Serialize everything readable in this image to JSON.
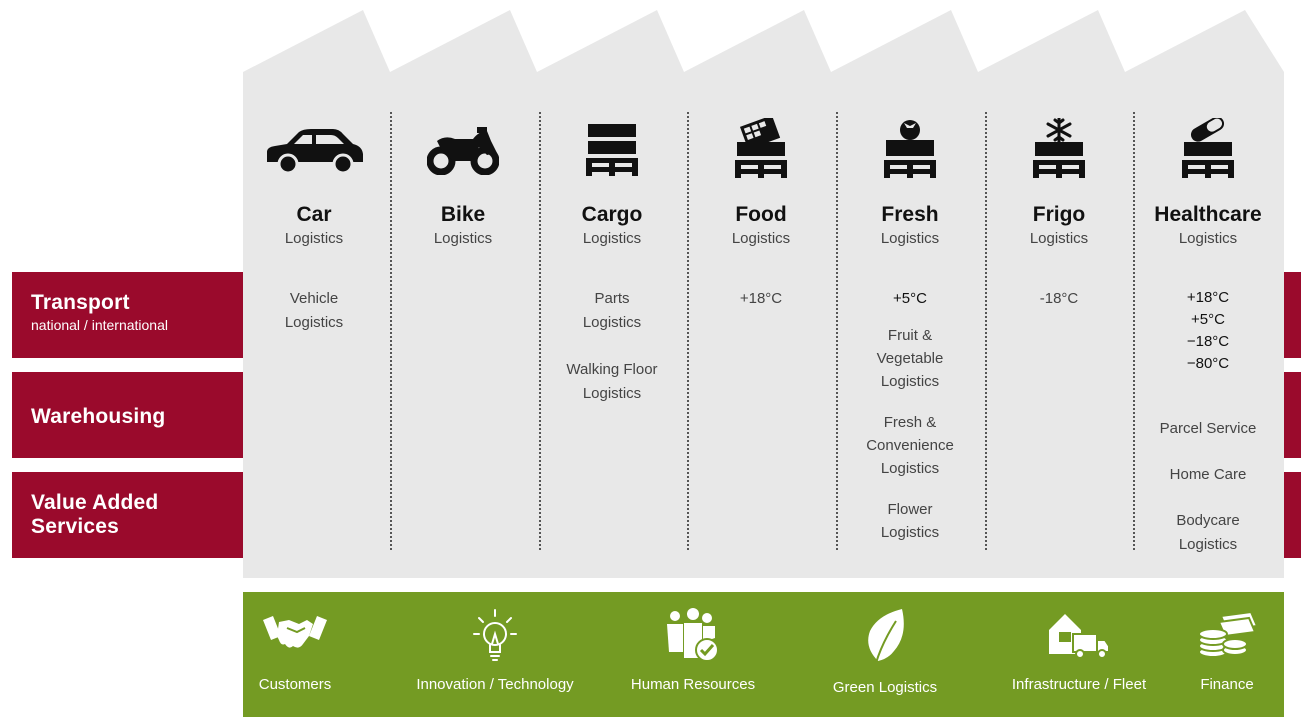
{
  "bands": [
    {
      "title": "Transport",
      "subtitle": "national / international"
    },
    {
      "title": "Warehousing",
      "subtitle": ""
    },
    {
      "title": "Value Added\nServices",
      "subtitle": ""
    }
  ],
  "columns": [
    {
      "key": "car",
      "icon": "car-icon",
      "title": "Car",
      "subtitle": "Logistics",
      "items": [
        "Vehicle\nLogistics"
      ]
    },
    {
      "key": "bike",
      "icon": "motorbike-icon",
      "title": "Bike",
      "subtitle": "Logistics",
      "items": []
    },
    {
      "key": "cargo",
      "icon": "pallet-icon",
      "title": "Cargo",
      "subtitle": "Logistics",
      "items": [
        "Parts\nLogistics",
        "Walking Floor\nLogistics"
      ]
    },
    {
      "key": "food",
      "icon": "chocolate-pallet-icon",
      "title": "Food",
      "subtitle": "Logistics",
      "items": [
        "+18°C"
      ]
    },
    {
      "key": "fresh",
      "icon": "tomato-pallet-icon",
      "title": "Fresh",
      "subtitle": "Logistics",
      "items": [
        "+5°C",
        "Fruit &\nVegetable\nLogistics",
        "Fresh &\nConvenience\nLogistics",
        "Flower\nLogistics"
      ]
    },
    {
      "key": "frigo",
      "icon": "snowflake-pallet-icon",
      "title": "Frigo",
      "subtitle": "Logistics",
      "items": [
        "-18°C"
      ]
    },
    {
      "key": "healthcare",
      "icon": "pill-pallet-icon",
      "title": "Healthcare",
      "subtitle": "Logistics",
      "temps": [
        "+18°C",
        "+5°C",
        "−18°C",
        "−80°C"
      ],
      "items": [
        "Parcel Service",
        "Home Care",
        "Bodycare\nLogistics"
      ]
    }
  ],
  "foundation": [
    {
      "icon": "handshake-icon",
      "label": "Customers"
    },
    {
      "icon": "lightbulb-icon",
      "label": "Innovation / Technology"
    },
    {
      "icon": "people-check-icon",
      "label": "Human Resources"
    },
    {
      "icon": "leaf-icon",
      "label": "Green Logistics"
    },
    {
      "icon": "warehouse-truck-icon",
      "label": "Infrastructure / Fleet"
    },
    {
      "icon": "money-coins-icon",
      "label": "Finance"
    }
  ],
  "colors": {
    "band": "#9a0a2c",
    "green": "#749b23",
    "factory": "#e8e8e8",
    "icon": "#111111"
  }
}
